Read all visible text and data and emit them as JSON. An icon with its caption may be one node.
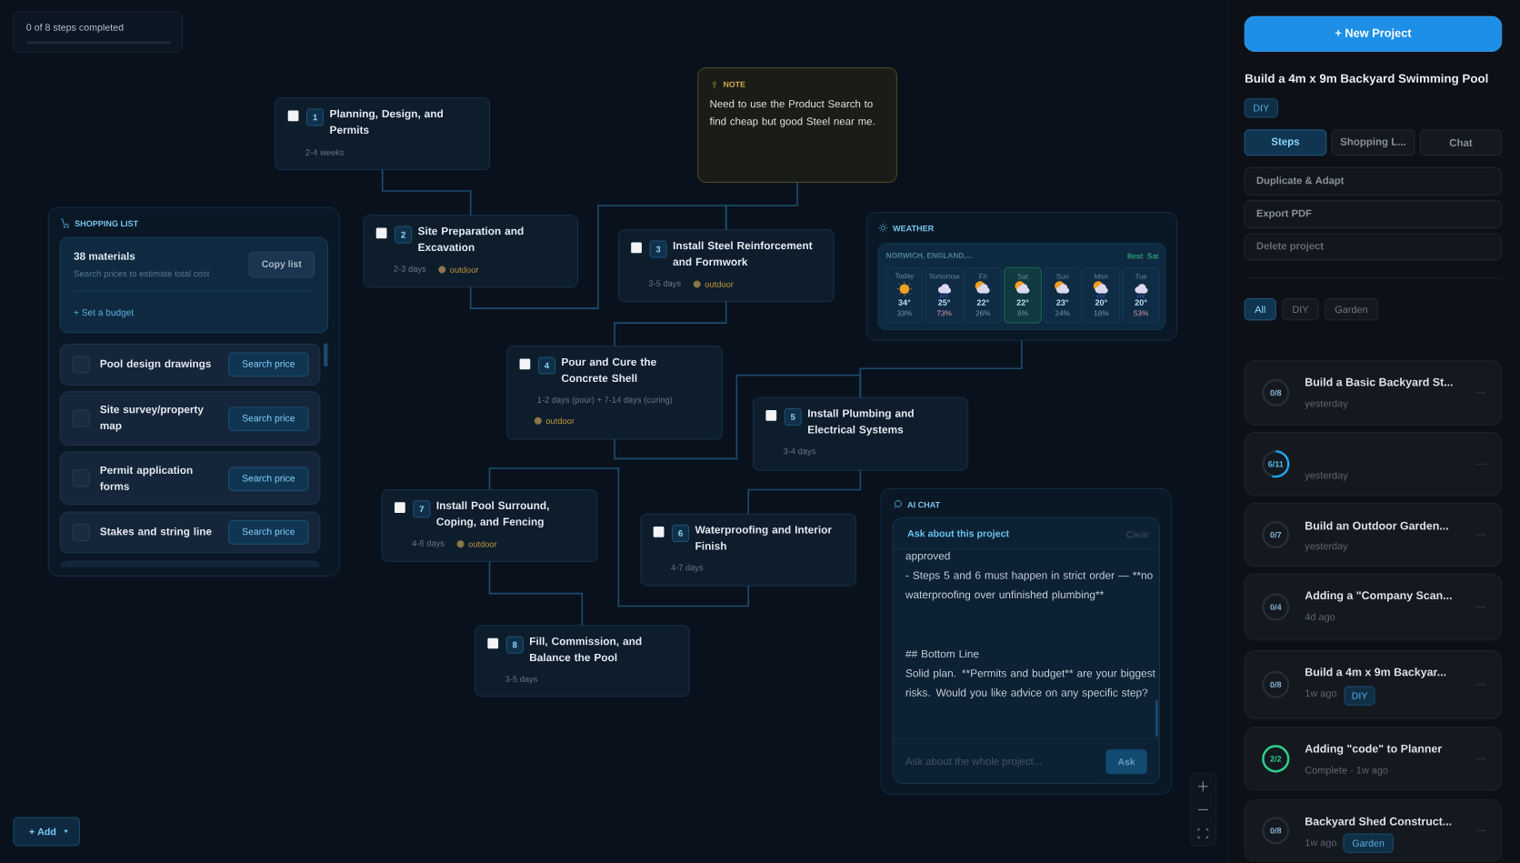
{
  "diagram": {
    "nodes": [
      {
        "text": [
          "0 of 8 steps completed"
        ]
      },
      {
        "text": [
          "1",
          "Planning, Design, and Permits",
          "2-4 weeks"
        ]
      },
      {
        "text": [
          "2",
          "Site Preparation and Excavation",
          "2-3 days",
          "outdoor"
        ]
      },
      {
        "text": [
          "NOTE",
          "Need to use the Product Search to find cheap but good Steel near me."
        ]
      },
      {
        "text": [
          "3",
          "Install Steel Reinforcement and Formwork",
          "3-5 days",
          "outdoor"
        ]
      },
      {
        "text": [
          "SHOPPING LIST"
        ]
      },
      {
        "text": [
          "38 materials",
          "Search prices to estimate total cost",
          "+ Set a budget"
        ],
        "in": 5
      },
      {
        "text": [
          "Copy list"
        ],
        "in": 6
      },
      {
        "text": [
          "Pool design drawings"
        ],
        "in": 5
      },
      {
        "text": [
          "Search price"
        ],
        "in": 8
      },
      {
        "text": [
          "Site survey/property map"
        ],
        "in": 5
      },
      {
        "text": [
          "Search price"
        ],
        "in": 10
      },
      {
        "text": [
          "Permit application forms"
        ],
        "in": 5
      },
      {
        "text": [
          "Search price"
        ],
        "in": 12
      },
      {
        "text": [
          "Stakes and string line"
        ],
        "in": 5
      },
      {
        "text": [
          "Search price"
        ],
        "in": 14
      },
      {
        "text": [
          "WEATHER"
        ]
      },
      {
        "text": [
          "NORWICH, ENGLAND,...",
          "Best: Sat"
        ],
        "in": 16
      },
      {
        "text": [
          "Today",
          "34°",
          "33%"
        ],
        "in": 17
      },
      {
        "text": [
          "Tomorrow",
          "25°",
          "73%"
        ],
        "in": 17
      },
      {
        "text": [
          "Fri",
          "22°",
          "26%"
        ],
        "in": 17
      },
      {
        "text": [
          "Sat",
          "22°",
          "8%"
        ],
        "in": 17
      },
      {
        "text": [
          "Sun",
          "23°",
          "24%"
        ],
        "in": 17
      },
      {
        "text": [
          "Mon",
          "20°",
          "18%"
        ],
        "in": 17
      },
      {
        "text": [
          "Tue",
          "20°",
          "53%"
        ],
        "in": 17
      },
      {
        "text": [
          "4",
          "Pour and Cure the Concrete Shell",
          "1-2 days (pour) + 7-14 days (curing)",
          "outdoor"
        ]
      },
      {
        "text": [
          "5",
          "Install Plumbing and Electrical Systems",
          "3-4 days"
        ]
      },
      {
        "text": [
          "7",
          "Install Pool Surround, Coping, and Fencing",
          "4-6 days",
          "outdoor"
        ]
      },
      {
        "text": [
          "6",
          "Waterproofing and Interior Finish",
          "4-7 days"
        ]
      },
      {
        "text": [
          "AI CHAT"
        ]
      },
      {
        "text": [
          "Ask about this project",
          "Clear",
          "approved",
          "- Steps 5 and 6 must happen in strict order — **no waterproofing over unfinished",
          "plumbing**",
          "## Bottom Line",
          "Solid plan. **Permits",
          "and budget** are your biggest risks. Would you like advice on any specific step?"
        ],
        "in": 29
      },
      {
        "text": [
          "Ask about the whole project..."
        ],
        "in": 30
      },
      {
        "text": [
          "Ask"
        ],
        "in": 30
      },
      {
        "text": [
          "8",
          "Fill, Commission, and Balance the Pool",
          "3-5 days"
        ]
      },
      {
        "text": [
          "+ New Project"
        ]
      },
      {
        "text": [
          "DIY"
        ]
      },
      {
        "text": [
          "Steps"
        ]
      },
      {
        "text": [
          "Shopping L..."
        ]
      },
      {
        "text": [
          "Chat"
        ]
      },
      {
        "text": [
          "Duplicate & Adapt"
        ]
      },
      {
        "text": [
          "Export PDF"
        ]
      },
      {
        "text": [
          "Delete project"
        ]
      },
      {
        "text": [
          "All"
        ]
      },
      {
        "text": [
          "DIY"
        ]
      },
      {
        "text": [
          "Garden"
        ]
      },
      {
        "text": [
          "0/8",
          "Build a Basic Backyard St...",
          "yesterday"
        ]
      },
      {
        "text": [
          "6/11",
          "yesterday"
        ]
      },
      {
        "text": [
          "0/7",
          "Build an Outdoor Garden...",
          "yesterday"
        ]
      },
      {
        "text": [
          "0/4",
          "Adding a \"Company Scan...",
          "4d ago"
        ]
      },
      {
        "text": [
          "0/8",
          "Build a 4m x 9m Backyar...",
          "1w ago"
        ]
      },
      {
        "text": [
          "DIY"
        ],
        "in": 49
      },
      {
        "text": [
          "2/2",
          "Adding \"code\" to Planner",
          "Complete · 1w ago"
        ]
      },
      {
        "text": [
          "0/8",
          "Backyard Shed Construct...",
          "1w ago"
        ]
      },
      {
        "text": [
          "Garden"
        ],
        "in": 52
      },
      {
        "text": [
          "+ Add"
        ]
      }
    ],
    "edges": [
      {
        "from": 1,
        "to": 2,
        "arrow": "none"
      },
      {
        "from": 2,
        "to": 4,
        "arrow": "none"
      },
      {
        "from": 3,
        "to": 4,
        "arrow": "none"
      },
      {
        "from": 4,
        "to": 25,
        "arrow": "none"
      },
      {
        "from": 25,
        "to": 26,
        "arrow": "none"
      },
      {
        "from": 16,
        "to": 26,
        "arrow": "none"
      },
      {
        "from": 26,
        "to": 28,
        "arrow": "none"
      },
      {
        "from": 28,
        "to": 27,
        "arrow": "none"
      },
      {
        "from": 27,
        "to": 33,
        "arrow": "none"
      }
    ],
    "labels": [
      "Build a 4m x 9m Backyard Swimming Pool"
    ]
  }
}
